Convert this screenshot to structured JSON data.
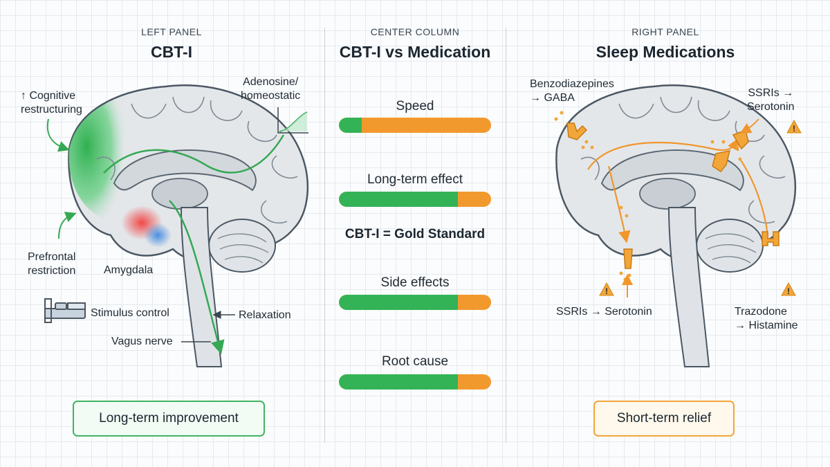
{
  "left": {
    "kicker": "LEFT PANEL",
    "title": "CBT-I",
    "labels": {
      "cognitive": "↑ Cognitive\nrestructuring",
      "adenosine": "Adenosine/\nhomeostatic",
      "prefrontal": "Prefrontal\nrestriction",
      "amygdala": "Amygdala",
      "stimulus": "Stimulus control",
      "relaxation": "Relaxation",
      "vagus": "Vagus nerve"
    },
    "box": "Long-term improvement",
    "icons": [
      "bed-icon",
      "curve-graph-icon"
    ]
  },
  "center": {
    "kicker": "CENTER COLUMN",
    "title": "CBT-I vs Medication",
    "gold": "CBT-I = Gold Standard",
    "bars": [
      {
        "label": "Speed",
        "cbt_fraction": 0.15
      },
      {
        "label": "Long-term effect",
        "cbt_fraction": 0.78
      },
      {
        "label": "Side effects",
        "cbt_fraction": 0.78
      },
      {
        "label": "Root cause",
        "cbt_fraction": 0.78
      }
    ],
    "colors": {
      "cbt": "#34b356",
      "medication": "#f2992e"
    }
  },
  "right": {
    "kicker": "RIGHT PANEL",
    "title": "Sleep Medications",
    "labels": {
      "benzo": "Benzodiazepines\n→ GABA",
      "ssri_top": "SSRIs →\nSerotonin",
      "ssri_bottom": "SSRIs → Serotonin",
      "trazodone": "Trazodone\n→ Histamine"
    },
    "box": "Short-term relief",
    "icons": [
      "warning-icon",
      "receptor-icon"
    ]
  }
}
